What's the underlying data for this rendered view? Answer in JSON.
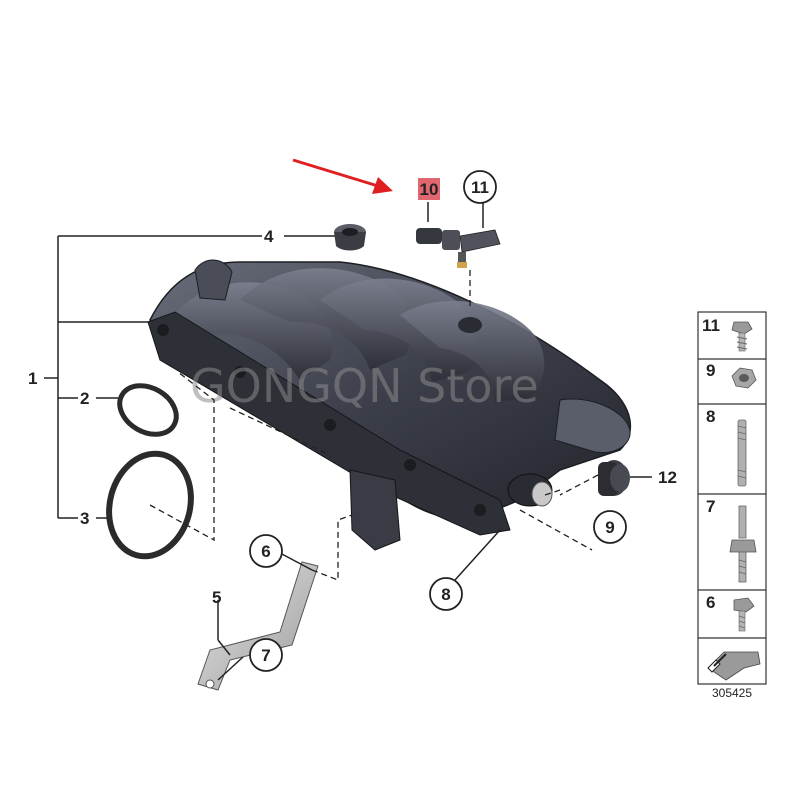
{
  "callouts": {
    "c1": "1",
    "c2": "2",
    "c3": "3",
    "c4": "4",
    "c5": "5",
    "c6": "6",
    "c7": "7",
    "c8": "8",
    "c9": "9",
    "c10": "10",
    "c11": "11",
    "c12": "12"
  },
  "legend": {
    "items": [
      "11",
      "9",
      "8",
      "7",
      "6"
    ],
    "catalog_number": "305425"
  },
  "watermark": "GONGQN Store",
  "colors": {
    "highlight": "#e06670",
    "arrow": "#e02020",
    "manifold": "#3a3d48"
  }
}
